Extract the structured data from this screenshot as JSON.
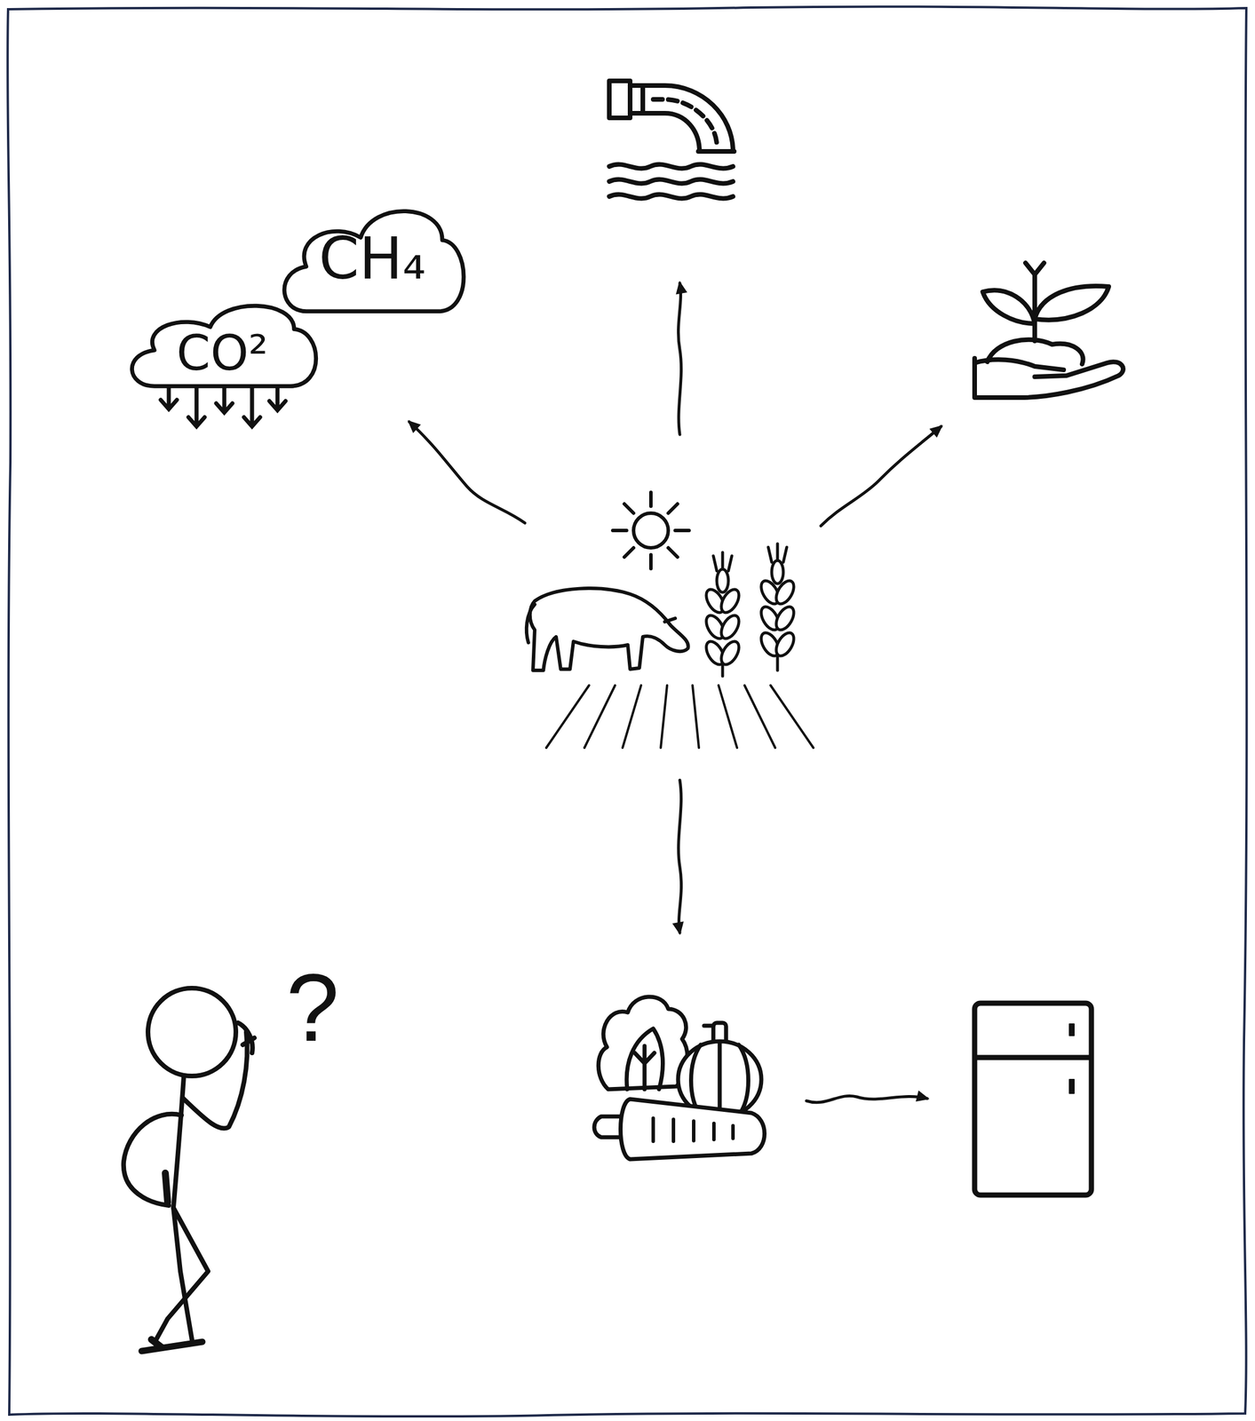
{
  "diagram": {
    "nodes": [
      {
        "text": [
          "CH₄"
        ]
      },
      {
        "text": [
          "CO²"
        ]
      }
    ],
    "labels": [
      "?"
    ]
  }
}
